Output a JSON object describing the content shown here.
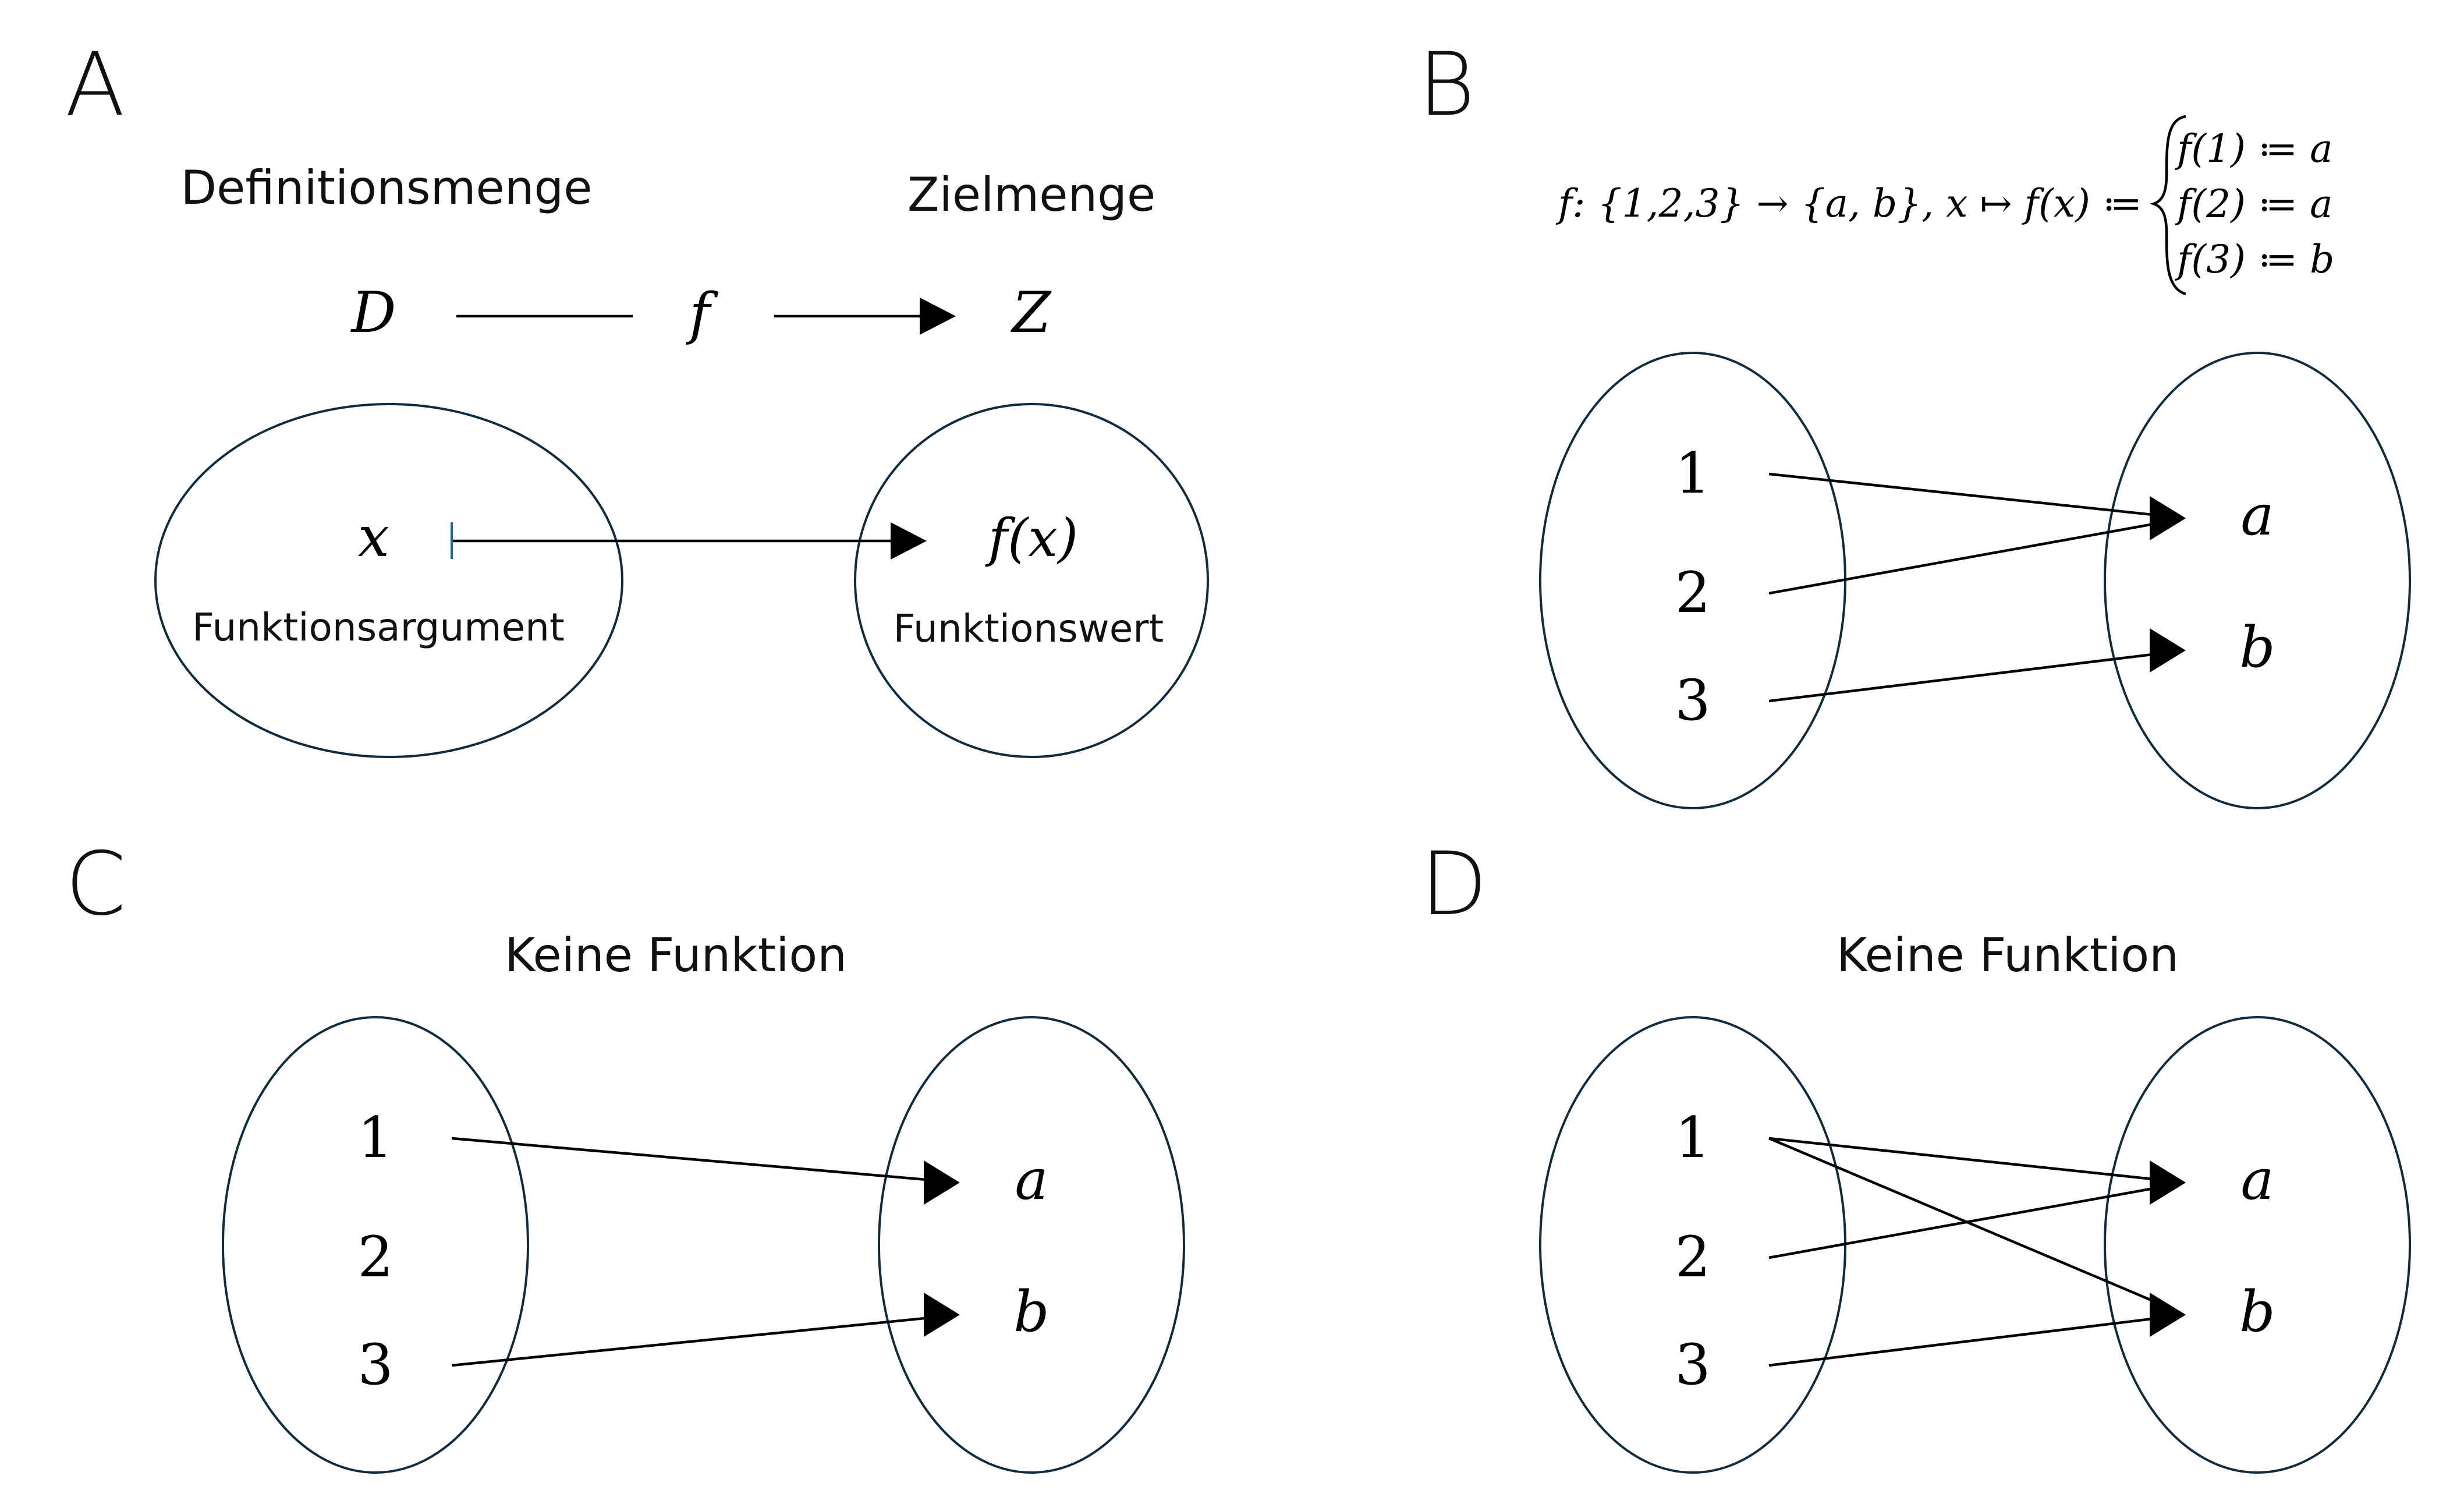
{
  "panels": {
    "A": {
      "label": "A",
      "domain_caption": "Definitionsmenge",
      "codomain_caption": "Zielmenge",
      "domain_symbol": "D",
      "function_symbol": "f",
      "codomain_symbol": "Z",
      "argument_symbol": "x",
      "value_symbol": "f(x)",
      "argument_caption": "Funktionsargument",
      "value_caption": "Funktionswert"
    },
    "B": {
      "label": "B",
      "formula": {
        "lhs": "f: {1,2,3} → {a, b}, x ↦ f(x) ≔",
        "cases": [
          "f(1) ≔ a",
          "f(2) ≔ a",
          "f(3) ≔ b"
        ]
      },
      "domain": [
        "1",
        "2",
        "3"
      ],
      "codomain": [
        "a",
        "b"
      ],
      "mappings": [
        [
          "1",
          "a"
        ],
        [
          "2",
          "a"
        ],
        [
          "3",
          "b"
        ]
      ]
    },
    "C": {
      "label": "C",
      "title": "Keine Funktion",
      "domain": [
        "1",
        "2",
        "3"
      ],
      "codomain": [
        "a",
        "b"
      ],
      "mappings": [
        [
          "1",
          "a"
        ],
        [
          "3",
          "b"
        ]
      ]
    },
    "D": {
      "label": "D",
      "title": "Keine Funktion",
      "domain": [
        "1",
        "2",
        "3"
      ],
      "codomain": [
        "a",
        "b"
      ],
      "mappings": [
        [
          "1",
          "a"
        ],
        [
          "1",
          "b"
        ],
        [
          "2",
          "a"
        ],
        [
          "3",
          "b"
        ]
      ]
    }
  }
}
